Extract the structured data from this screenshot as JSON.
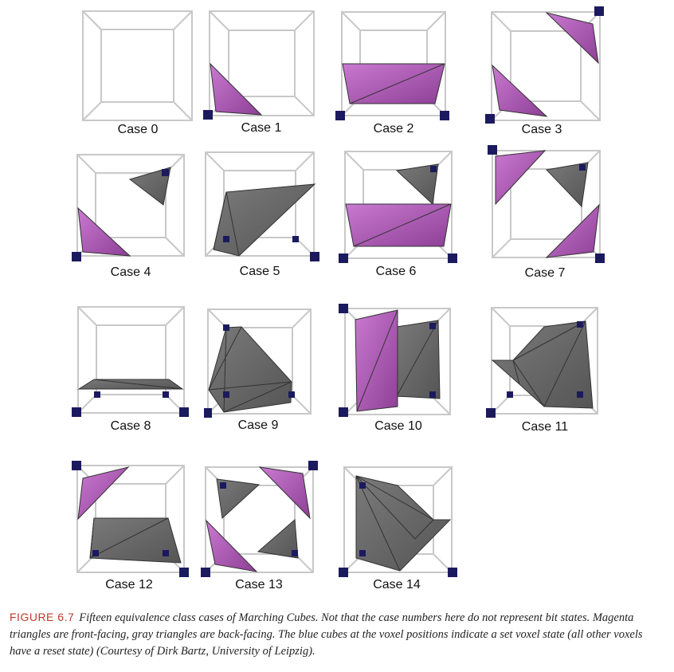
{
  "cases": [
    {
      "label": "Case 0"
    },
    {
      "label": "Case 1"
    },
    {
      "label": "Case 2"
    },
    {
      "label": "Case 3"
    },
    {
      "label": "Case 4"
    },
    {
      "label": "Case 5"
    },
    {
      "label": "Case 6"
    },
    {
      "label": "Case 7"
    },
    {
      "label": "Case 8"
    },
    {
      "label": "Case 9"
    },
    {
      "label": "Case 10"
    },
    {
      "label": "Case 11"
    },
    {
      "label": "Case 12"
    },
    {
      "label": "Case 13"
    },
    {
      "label": "Case 14"
    }
  ],
  "caption": {
    "figure_label": "FIGURE 6.7",
    "text": "Fifteen equivalence class cases of Marching Cubes. Not that the case numbers here do not represent bit states. Magenta triangles are front-facing, gray triangles are back-facing. The blue cubes at the voxel positions indicate a set voxel state (all other voxels have a reset state) (Courtesy of Dirk Bartz, University of Leipzig)."
  },
  "colors": {
    "front_facing": "#b05fb8",
    "back_facing": "#6b6b6b",
    "voxel": "#1c1a5e",
    "cube_edge": "#c8c8c8",
    "caption_label": "#c0392b"
  }
}
